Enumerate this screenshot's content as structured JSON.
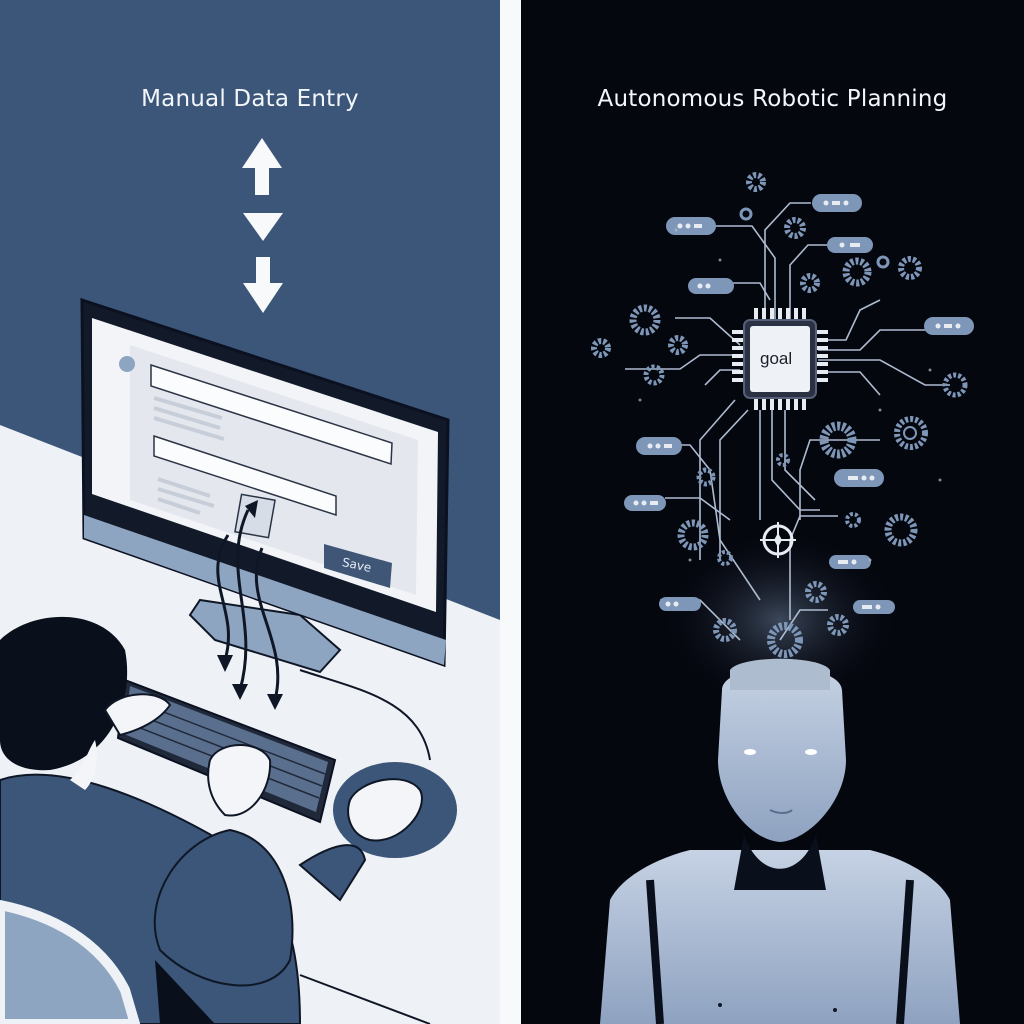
{
  "left_panel": {
    "title": "Manual Data Entry",
    "background": "#3b5679",
    "desk_color": "#eef1f5",
    "icons": [
      "arrow-up-icon",
      "triangle-down-icon",
      "arrow-down-icon"
    ],
    "monitor": {
      "form_fields": [
        {
          "value": "▪▪▪▪▪"
        },
        {
          "value": "▪▪▪▪▪▪▪▪▪▪"
        }
      ],
      "save_button": {
        "label": "Save",
        "color": "#3f5677"
      }
    },
    "scene": [
      "person-at-desk",
      "keyboard",
      "mouse",
      "mouse-pad",
      "chair"
    ]
  },
  "right_panel": {
    "title": "Autonomous Robotic Planning",
    "background": "#05070f",
    "accent": "#7e97b8",
    "chip": {
      "label": "goal"
    },
    "scene": [
      "circuit-tree",
      "gears",
      "node-pills",
      "target-node",
      "robot-bust"
    ]
  }
}
